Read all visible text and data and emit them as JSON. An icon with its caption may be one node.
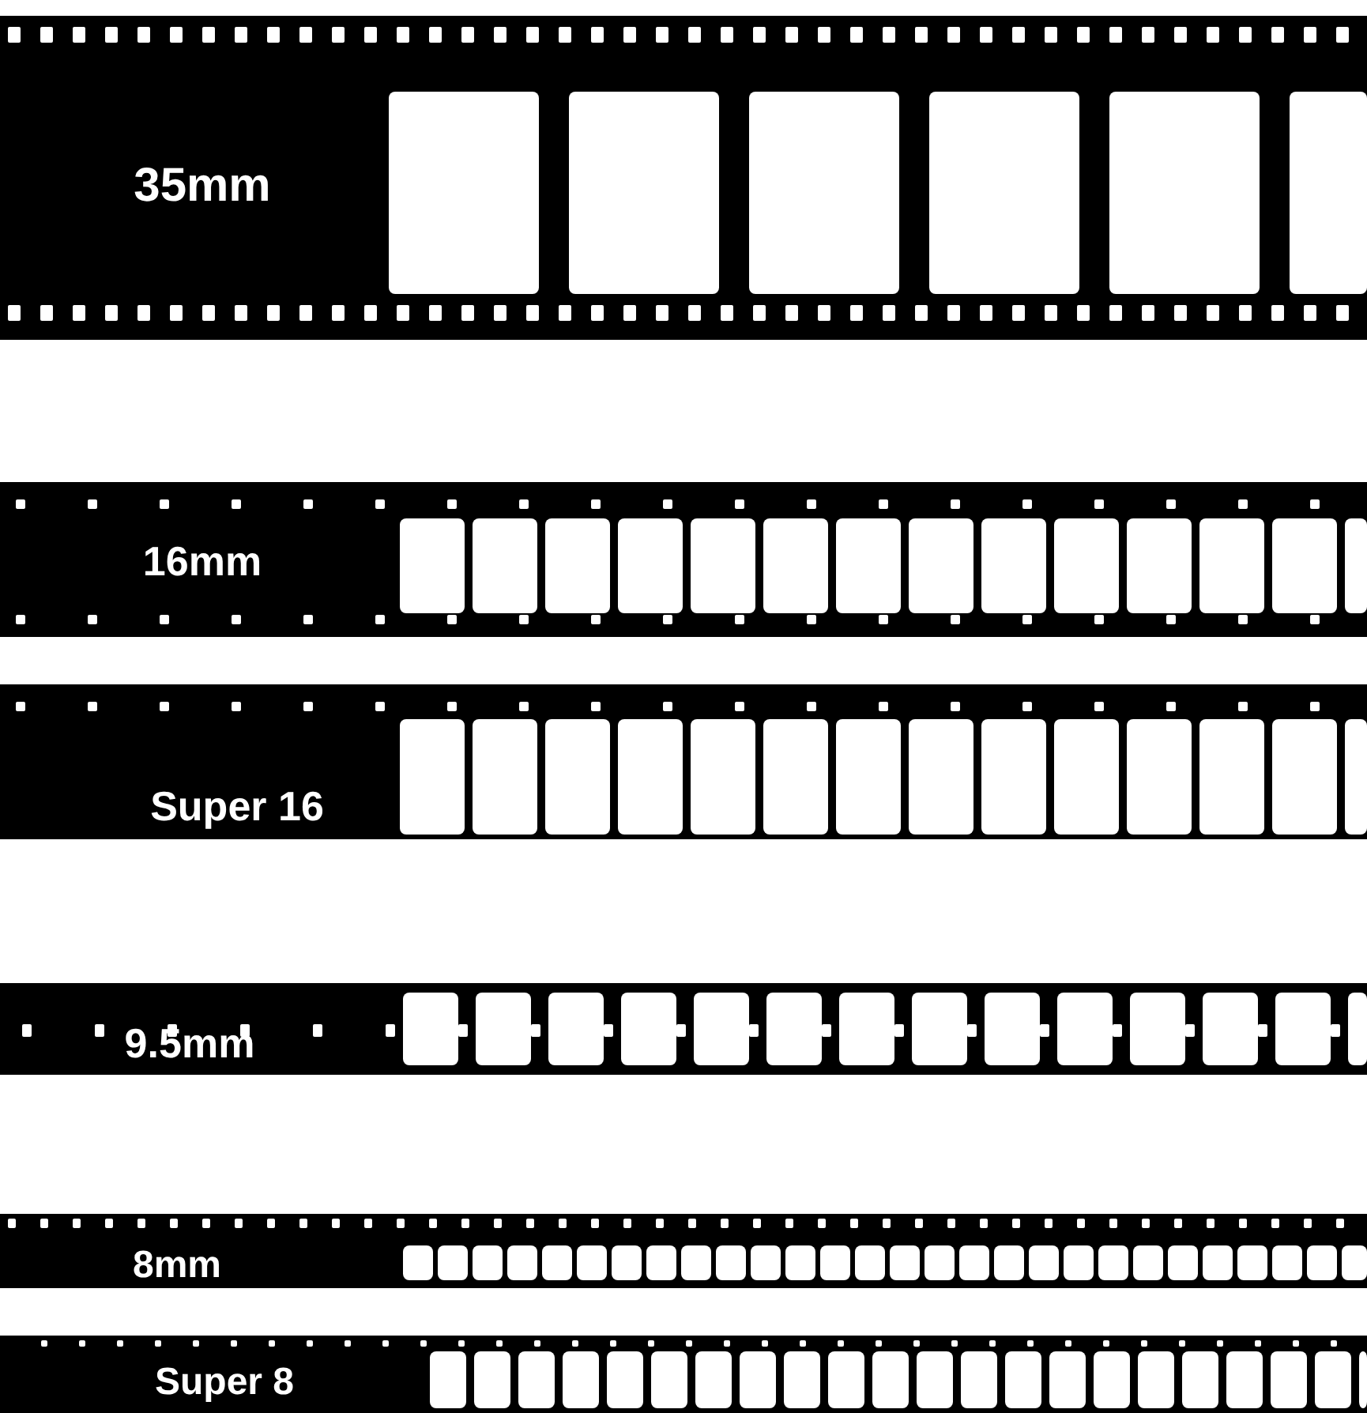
{
  "diagram": {
    "labels": [
      "35mm",
      "16mm",
      "Super 16",
      "9.5mm",
      "8mm",
      "Super 8"
    ]
  }
}
